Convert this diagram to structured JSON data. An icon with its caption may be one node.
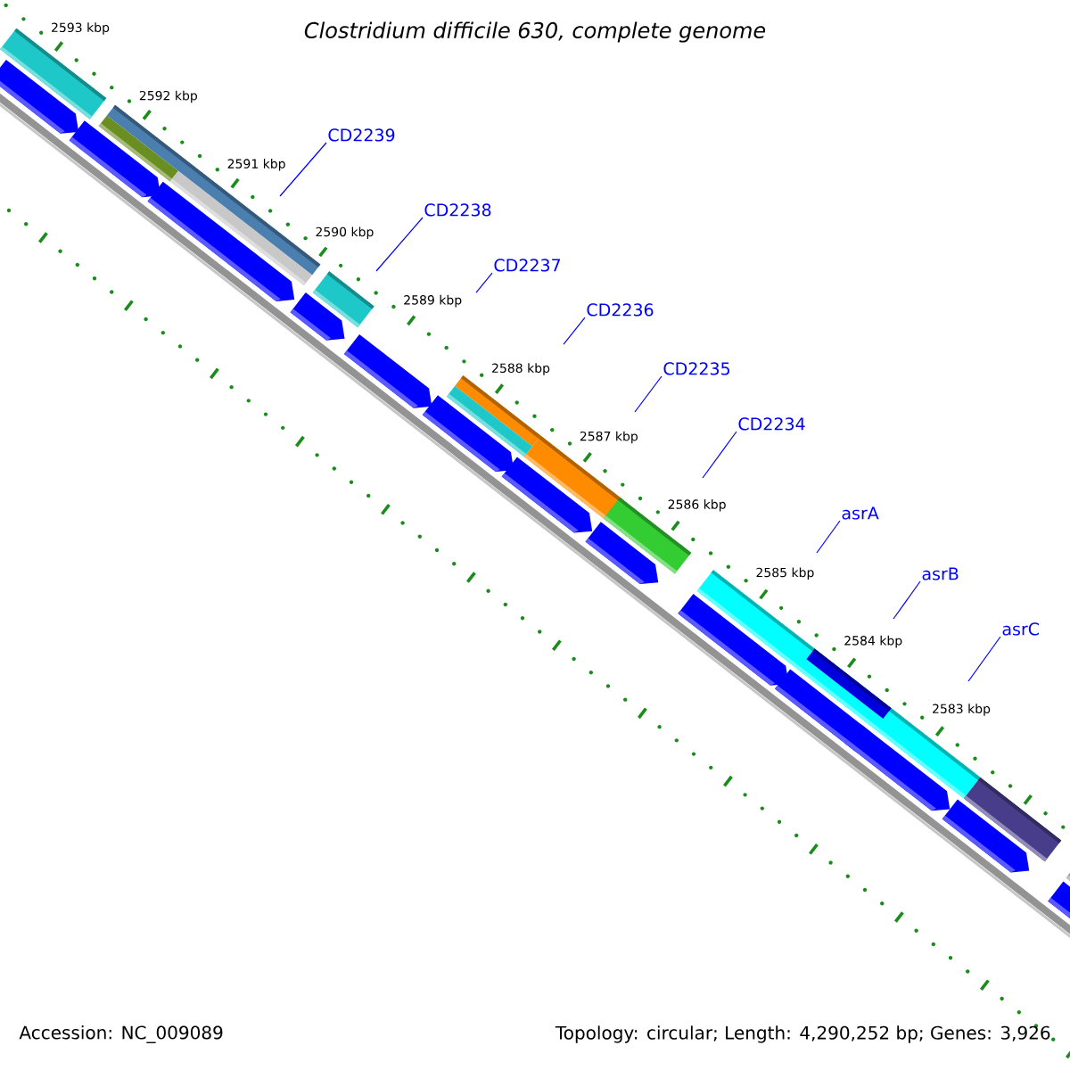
{
  "diagram": {
    "title": "Clostridium difficile 630, complete genome",
    "nodes": [
      {
        "text": [
          "CD2239"
        ]
      },
      {
        "text": [
          "CD2238"
        ]
      },
      {
        "text": [
          "CD2237"
        ]
      },
      {
        "text": [
          "CD2236"
        ]
      },
      {
        "text": [
          "CD2235"
        ]
      },
      {
        "text": [
          "CD2234"
        ]
      },
      {
        "text": [
          "asrA"
        ]
      },
      {
        "text": [
          "asrB"
        ]
      },
      {
        "text": [
          "asrC"
        ]
      }
    ],
    "edges": [
      {
        "from": 0,
        "to": null,
        "arrow": "none"
      },
      {
        "from": 1,
        "to": null,
        "arrow": "none"
      },
      {
        "from": 2,
        "to": null,
        "arrow": "none"
      },
      {
        "from": 3,
        "to": null,
        "arrow": "none"
      },
      {
        "from": 4,
        "to": null,
        "arrow": "none"
      },
      {
        "from": 5,
        "to": null,
        "arrow": "none"
      },
      {
        "from": 6,
        "to": null,
        "arrow": "none"
      },
      {
        "from": 7,
        "to": null,
        "arrow": "none"
      },
      {
        "from": 8,
        "to": null,
        "arrow": "none"
      }
    ],
    "labels": [
      "2593 kbp",
      "2592 kbp",
      "2591 kbp",
      "2590 kbp",
      "2589 kbp",
      "2588 kbp",
      "2587 kbp",
      "2586 kbp",
      "2585 kbp",
      "2584 kbp",
      "2583 kbp",
      "Accession: NC_009089",
      "Topology: circular; Length: 4,290,252 bp; Genes: 3,926"
    ]
  }
}
